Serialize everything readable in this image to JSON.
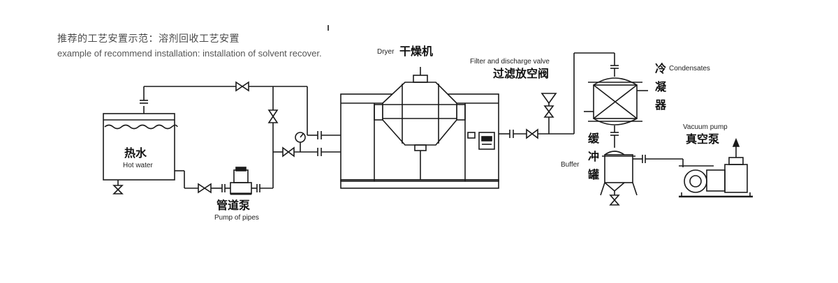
{
  "caption": {
    "zh": "推荐的工艺安置示范：溶剂回收工艺安置",
    "en": "example of recommend installation: installation of solvent recover."
  },
  "labels": {
    "dryer_en": "Dryer",
    "dryer_zh": "干燥机",
    "filter_en": "Filter and discharge valve",
    "filter_zh": "过滤放空阀",
    "condenser_zh": "冷凝器",
    "condenser_en": "Condensates",
    "vacuum_en": "Vacuum pump",
    "vacuum_zh": "真空泵",
    "buffer_zh": "缓冲罐",
    "buffer_en": "Buffer",
    "hotwater_zh": "热水",
    "hotwater_en": "Hot water",
    "pump_zh": "管道泵",
    "pump_en": "Pump of pipes"
  },
  "colors": {
    "line": "#1a1a1a",
    "background": "#ffffff"
  }
}
